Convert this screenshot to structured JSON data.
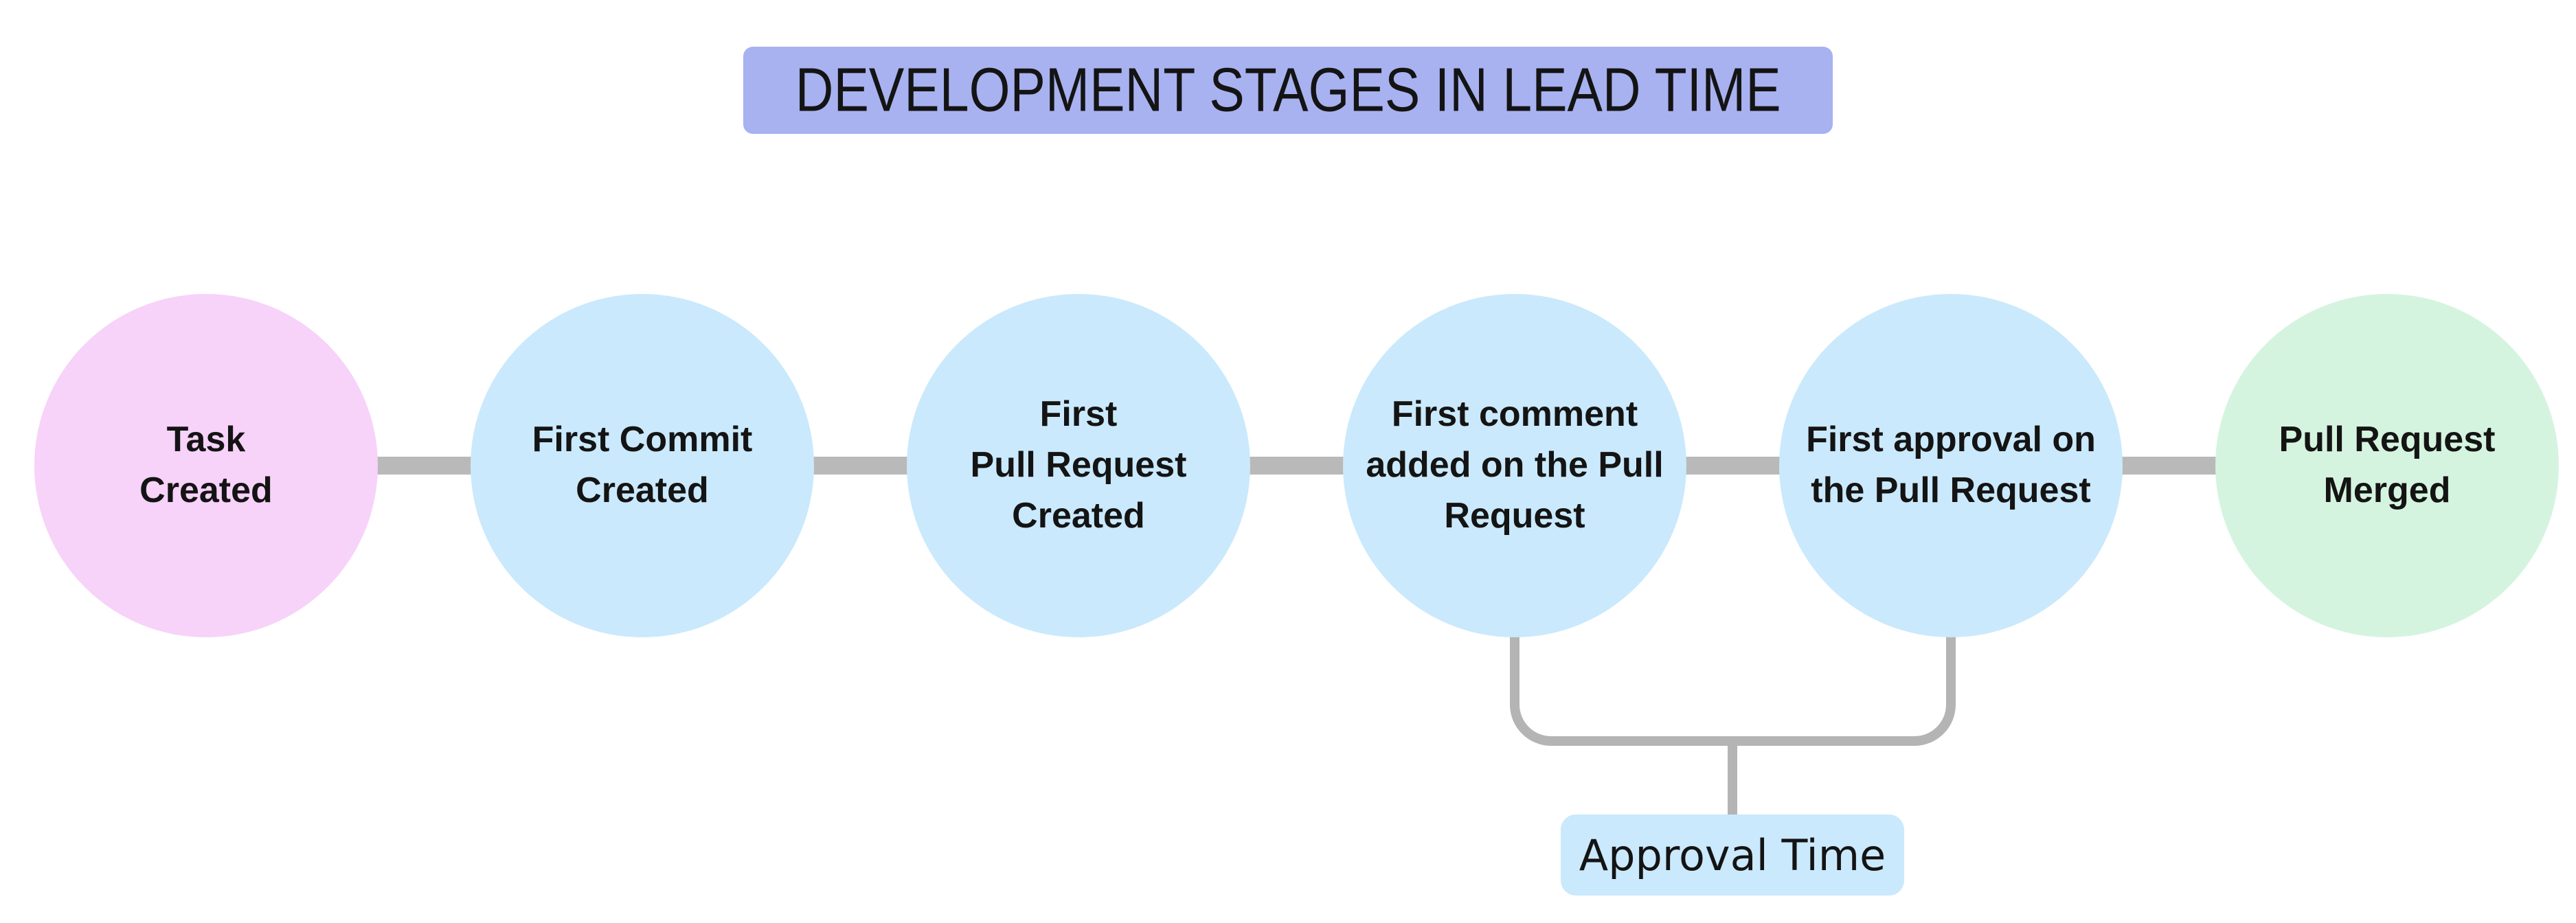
{
  "title": {
    "text": "DEVELOPMENT STAGES IN LEAD TIME",
    "bg_color": "#a8b2f0"
  },
  "stages": [
    {
      "label": "Task\nCreated",
      "color": "#f7d2f9"
    },
    {
      "label": "First Commit\nCreated",
      "color": "#cae9fc"
    },
    {
      "label": "First\nPull Request\nCreated",
      "color": "#cae9fc"
    },
    {
      "label": "First comment\nadded on the Pull\nRequest",
      "color": "#cae9fc"
    },
    {
      "label": "First approval on\nthe Pull Request",
      "color": "#cae9fc"
    },
    {
      "label": "Pull Request\nMerged",
      "color": "#d5f4df"
    }
  ],
  "connector_color": "#b9b9b9",
  "bracket": {
    "color": "#b4b4b4",
    "label": "Approval Time",
    "label_bg": "#cae9fc"
  }
}
